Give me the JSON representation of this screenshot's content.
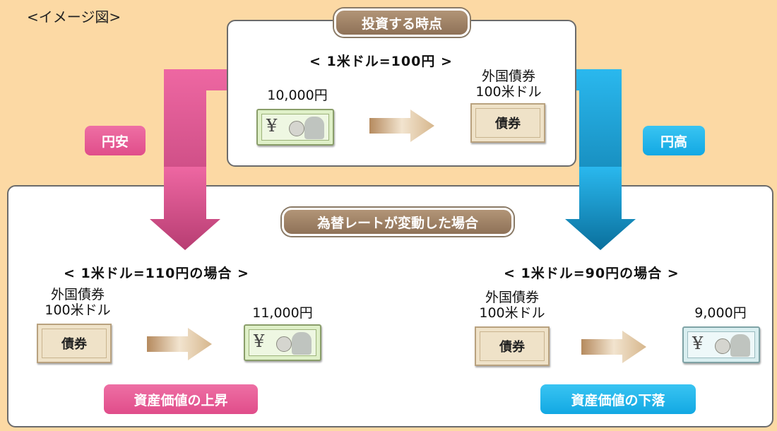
{
  "caption": "<イメージ図>",
  "top": {
    "label": "投資する時点",
    "rate": "< 1米ドル=100円 >",
    "yen_amount": "10,000円",
    "bond_line1": "外国債券",
    "bond_line2": "100米ドル",
    "bond_text": "債券",
    "yen_symbol": "¥"
  },
  "left_tag": "円安",
  "right_tag": "円高",
  "bottom": {
    "label": "為替レートが変動した場合",
    "left": {
      "rate": "< 1米ドル=110円の場合 >",
      "bond_line1": "外国債券",
      "bond_line2": "100米ドル",
      "bond_text": "債券",
      "yen_amount": "11,000円",
      "yen_symbol": "¥",
      "result": "資産価値の上昇"
    },
    "right": {
      "rate": "< 1米ドル=90円の場合 >",
      "bond_line1": "外国債券",
      "bond_line2": "100米ドル",
      "bond_text": "債券",
      "yen_amount": "9,000円",
      "yen_symbol": "¥",
      "result": "資産価値の下落"
    }
  },
  "colors": {
    "background": "#fcd9a4",
    "pink": "#e04d8a",
    "cyan": "#12a8e3",
    "brown": "#8e7157"
  }
}
